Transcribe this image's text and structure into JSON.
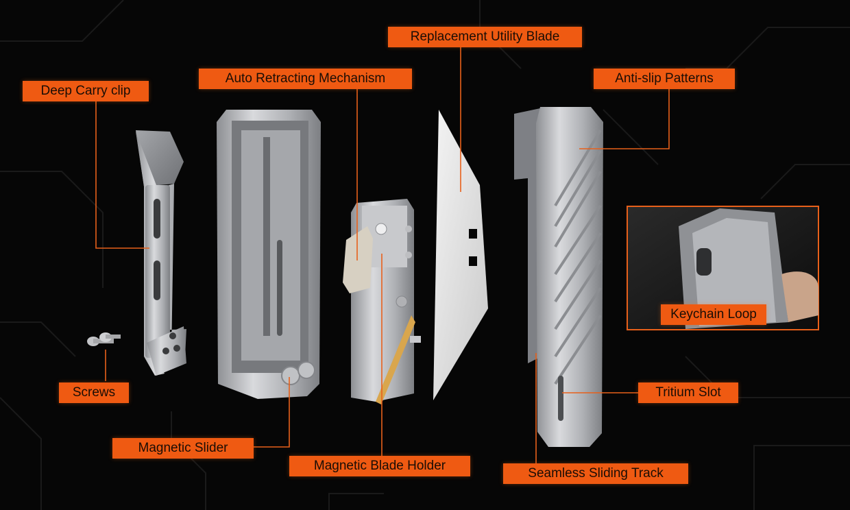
{
  "labels": {
    "deep_carry_clip": "Deep Carry clip",
    "auto_retracting_mechanism": "Auto Retracting Mechanism",
    "replacement_utility_blade": "Replacement Utility Blade",
    "anti_slip_patterns": "Anti-slip Patterns",
    "keychain_loop": "Keychain Loop",
    "screws": "Screws",
    "magnetic_slider": "Magnetic Slider",
    "magnetic_blade_holder": "Magnetic Blade Holder",
    "seamless_sliding_track": "Seamless Sliding Track",
    "tritium_slot": "Tritium Slot"
  },
  "colors": {
    "background": "#060606",
    "accent": "#ef5a12",
    "metal": "#b9babd",
    "circuit": "#1b1b1b"
  }
}
